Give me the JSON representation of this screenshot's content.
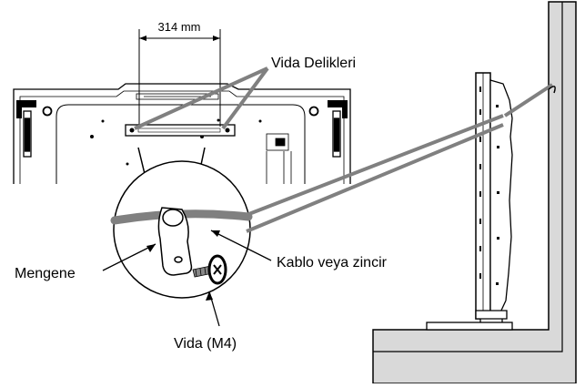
{
  "labels": {
    "width_dimension": "314 mm",
    "screw_holes": "Vida Delikleri",
    "clamp": "Mengene",
    "cable_or_chain": "Kablo veya zincir",
    "screw": "Vida (M4)"
  },
  "colors": {
    "wall_fill": "#d9d9d9",
    "cable_stroke": "#808080",
    "line": "#000000"
  }
}
